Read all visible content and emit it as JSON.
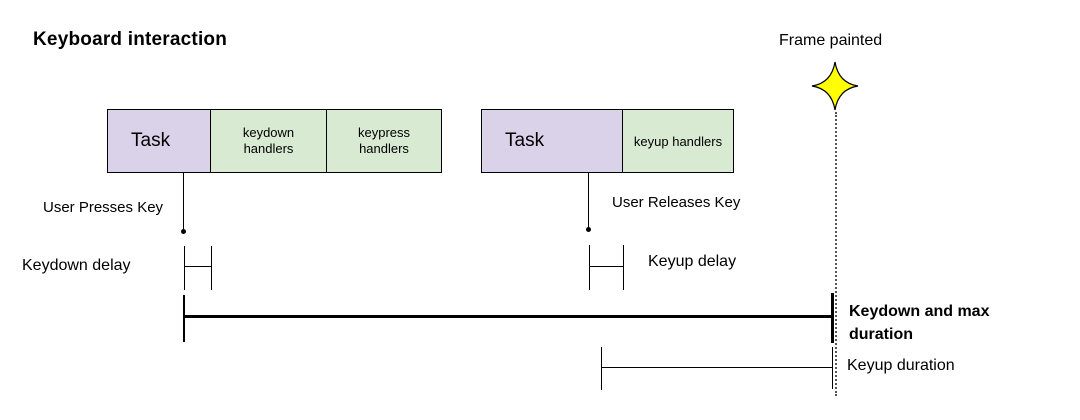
{
  "title": "Keyboard interaction",
  "frame_painted": {
    "label": "Frame painted"
  },
  "blocks": [
    {
      "id": "task-1",
      "label": "Task",
      "type": "task"
    },
    {
      "id": "keydown",
      "label": "keydown handlers",
      "type": "handler"
    },
    {
      "id": "keypress",
      "label": "keypress handlers",
      "type": "handler"
    },
    {
      "id": "task-2",
      "label": "Task",
      "type": "task"
    },
    {
      "id": "keyup",
      "label": "keyup handlers",
      "type": "handler"
    }
  ],
  "events": [
    {
      "label": "User Presses Key"
    },
    {
      "label": "User Releases Key"
    }
  ],
  "intervals": {
    "keydown_delay": "Keydown delay",
    "keyup_delay": "Keyup delay",
    "keydown_max_duration": "Keydown and max duration",
    "keyup_duration": "Keyup duration"
  },
  "colors": {
    "task_fill": "#d9d2e9",
    "handler_fill": "#d9ead3",
    "star_fill": "#ffff00",
    "line": "#000000"
  }
}
